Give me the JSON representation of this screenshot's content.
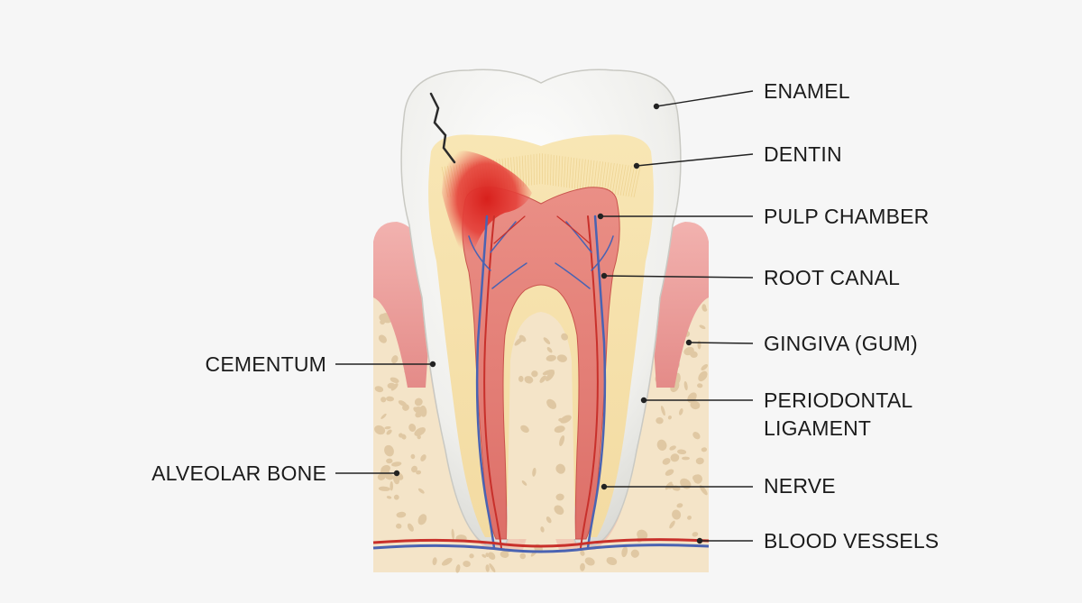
{
  "diagram": {
    "labels": {
      "enamel": "ENAMEL",
      "dentin": "DENTIN",
      "pulp_chamber": "PULP CHAMBER",
      "root_canal": "ROOT CANAL",
      "gingiva": "GINGIVA (GUM)",
      "periodontal_line1": "PERIODONTAL",
      "periodontal_line2": "LIGAMENT",
      "nerve": "NERVE",
      "blood_vessels": "BLOOD VESSELS",
      "cementum": "CEMENTUM",
      "alveolar_bone": "ALVEOLAR BONE"
    },
    "colors": {
      "background": "#f6f6f6",
      "enamel": "#eeeeea",
      "dentin": "#f5e2ac",
      "pulp": "#e4807a",
      "gum": "#ec9a98",
      "bone": "#f4e4c8",
      "decay": "#e0302a",
      "vessel_blue": "#4a63b2",
      "vessel_red": "#c8302b"
    }
  }
}
